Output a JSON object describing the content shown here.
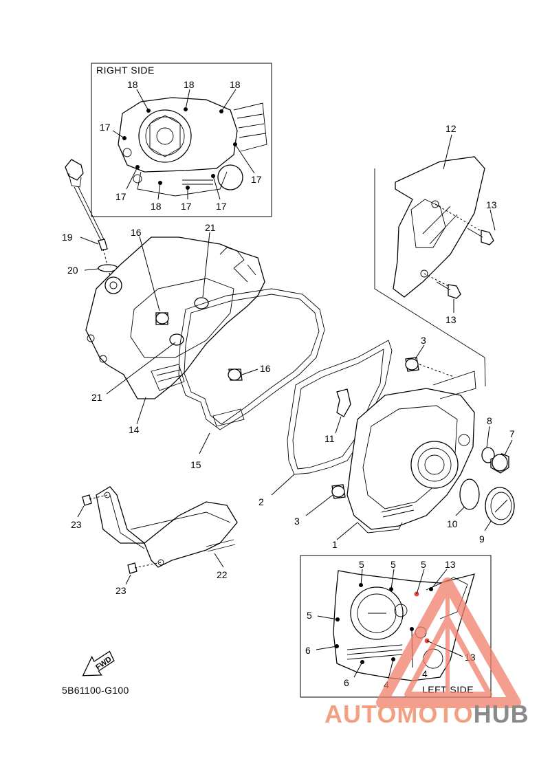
{
  "right_inset": {
    "title": "RIGHT SIDE"
  },
  "left_inset": {
    "title": "LEFT SIDE"
  },
  "diagram_code": "5B61100-G100",
  "fwd_label": "FWD",
  "watermark": {
    "part1": "AUTOMOTO",
    "part2": "HUB"
  },
  "callouts": {
    "r18a": "18",
    "r18b": "18",
    "r18c": "18",
    "r18d": "18",
    "r17a": "17",
    "r17b": "17",
    "r17c": "17",
    "r17d": "17",
    "r17e": "17",
    "p12": "12",
    "p13a": "13",
    "p13b": "13",
    "p19": "19",
    "p20": "20",
    "p16a": "16",
    "p16b": "16",
    "p21a": "21",
    "p21b": "21",
    "p14": "14",
    "p15": "15",
    "p3a": "3",
    "p3b": "3",
    "p11": "11",
    "p8": "8",
    "p7": "7",
    "p2": "2",
    "p1": "1",
    "p10": "10",
    "p9": "9",
    "p23a": "23",
    "p23b": "23",
    "p22": "22",
    "l5a": "5",
    "l5b": "5",
    "l5c": "5",
    "l13a": "13",
    "l5d": "5",
    "l6a": "6",
    "l13b": "13",
    "l6b": "6",
    "l4a": "4",
    "l4b": "4"
  },
  "colors": {
    "line": "#000000",
    "watermark_orange": "#f2a081",
    "watermark_gray": "#8a8a8a",
    "marker_red": "#e04a3a"
  }
}
